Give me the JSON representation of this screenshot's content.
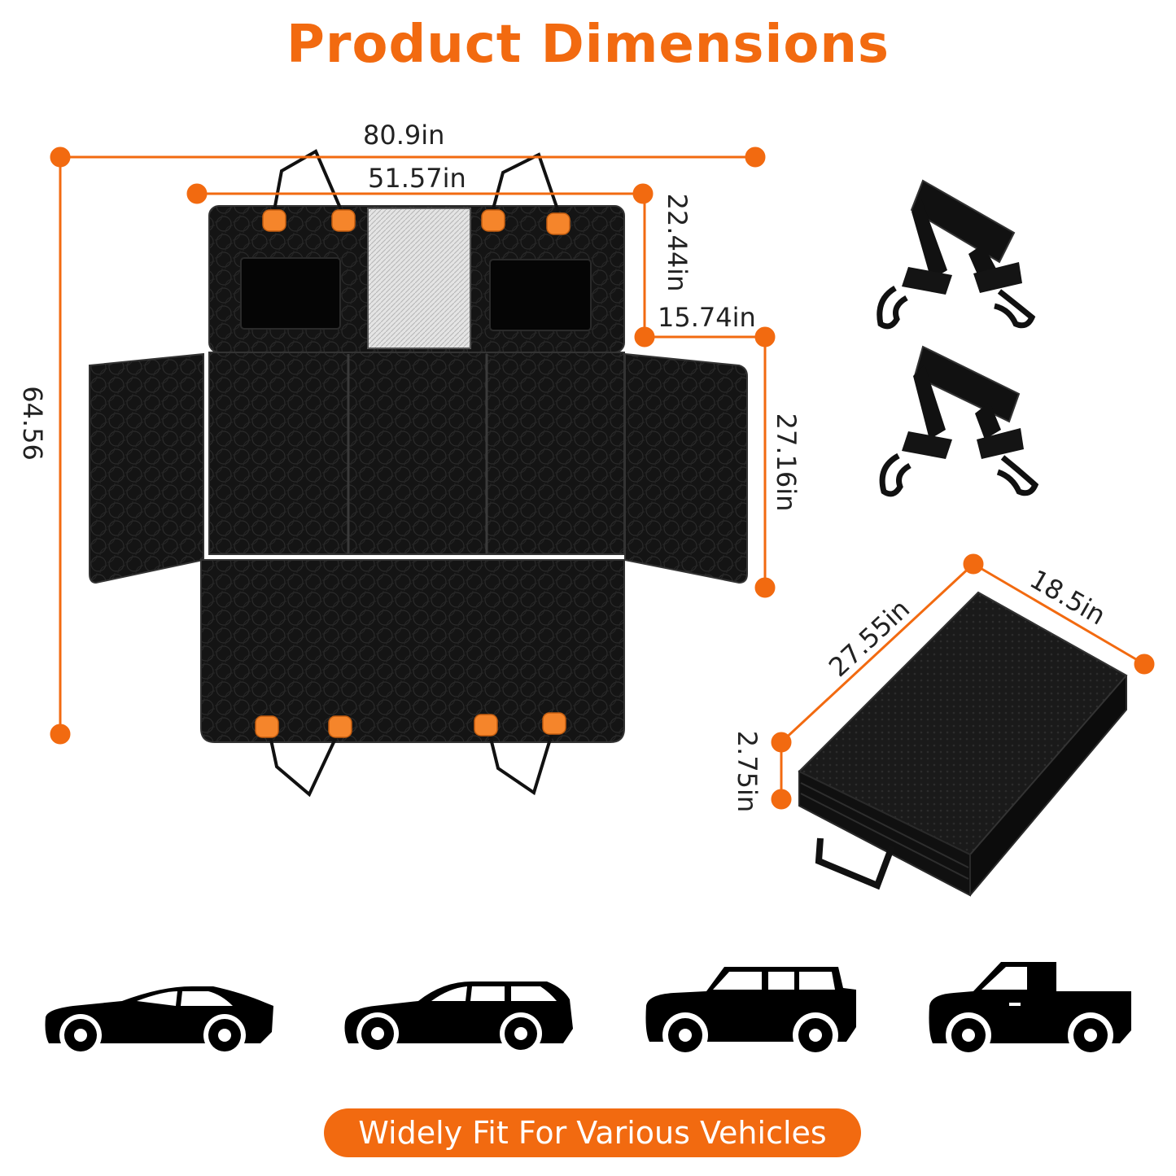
{
  "title": "Product Dimensions",
  "accent_color": "#f26a10",
  "dimensions": {
    "total_width": "80.9in",
    "back_width": "51.57in",
    "back_height": "22.44in",
    "side_flap_width": "15.74in",
    "side_flap_height": "27.16in",
    "total_length": "64.56",
    "folded_length": "27.55in",
    "folded_width": "18.5in",
    "folded_thickness": "2.75in"
  },
  "accessories": [
    "strap-with-hooks-icon",
    "strap-with-hooks-icon"
  ],
  "vehicles": [
    "sedan-icon",
    "wagon-icon",
    "suv-icon",
    "pickup-truck-icon"
  ],
  "banner": "Widely Fit For Various Vehicles"
}
